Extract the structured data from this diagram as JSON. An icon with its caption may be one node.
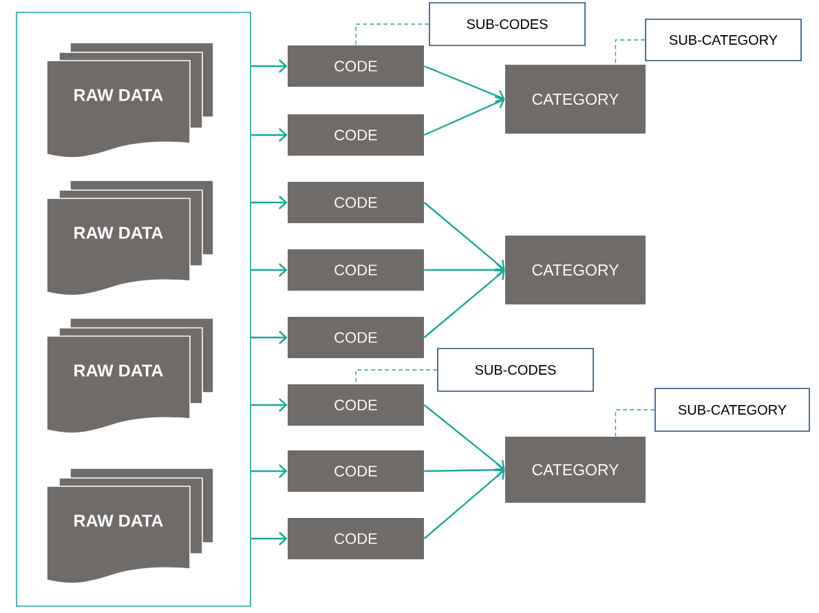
{
  "diagram": {
    "nodes": [
      {
        "text": [],
        "shape": "box"
      },
      {
        "text": [
          "RAW DATA"
        ],
        "in": 0
      },
      {
        "text": [
          "RAW DATA"
        ],
        "in": 0
      },
      {
        "text": [
          "RAW DATA"
        ],
        "in": 0
      },
      {
        "text": [
          "RAW DATA"
        ],
        "in": 0
      },
      {
        "text": [
          "CODE"
        ]
      },
      {
        "text": [
          "CODE"
        ]
      },
      {
        "text": [
          "CODE"
        ]
      },
      {
        "text": [
          "CODE"
        ]
      },
      {
        "text": [
          "CODE"
        ]
      },
      {
        "text": [
          "CODE"
        ]
      },
      {
        "text": [
          "CODE"
        ]
      },
      {
        "text": [
          "CODE"
        ]
      },
      {
        "text": [
          "CATEGORY"
        ]
      },
      {
        "text": [
          "CATEGORY"
        ]
      },
      {
        "text": [
          "CATEGORY"
        ]
      },
      {
        "text": [
          "SUB-CODES"
        ]
      },
      {
        "text": [
          "SUB-CATEGORY"
        ]
      },
      {
        "text": [
          "SUB-CODES"
        ]
      },
      {
        "text": [
          "SUB-CATEGORY"
        ]
      }
    ],
    "edges": [
      {
        "from": 0,
        "to": 5,
        "arrow": "to"
      },
      {
        "from": 0,
        "to": 6,
        "arrow": "to"
      },
      {
        "from": 0,
        "to": 7,
        "arrow": "to"
      },
      {
        "from": 0,
        "to": 8,
        "arrow": "to"
      },
      {
        "from": 0,
        "to": 9,
        "arrow": "to"
      },
      {
        "from": 0,
        "to": 10,
        "arrow": "to"
      },
      {
        "from": 0,
        "to": 11,
        "arrow": "to"
      },
      {
        "from": 0,
        "to": 12,
        "arrow": "to"
      },
      {
        "from": 5,
        "to": 13,
        "arrow": "to"
      },
      {
        "from": 6,
        "to": 13,
        "arrow": "to"
      },
      {
        "from": 7,
        "to": 14,
        "arrow": "to"
      },
      {
        "from": 8,
        "to": 14,
        "arrow": "to"
      },
      {
        "from": 9,
        "to": 14,
        "arrow": "to"
      },
      {
        "from": 10,
        "to": 15,
        "arrow": "to"
      },
      {
        "from": 11,
        "to": 15,
        "arrow": "to"
      },
      {
        "from": 12,
        "to": 15,
        "arrow": "to"
      },
      {
        "from": 16,
        "to": 5,
        "arrow": "none",
        "style": "dashed"
      },
      {
        "from": 17,
        "to": 13,
        "arrow": "none",
        "style": "dashed"
      },
      {
        "from": 18,
        "to": 10,
        "arrow": "none",
        "style": "dashed"
      },
      {
        "from": 19,
        "to": 15,
        "arrow": "none",
        "style": "dashed"
      }
    ]
  }
}
